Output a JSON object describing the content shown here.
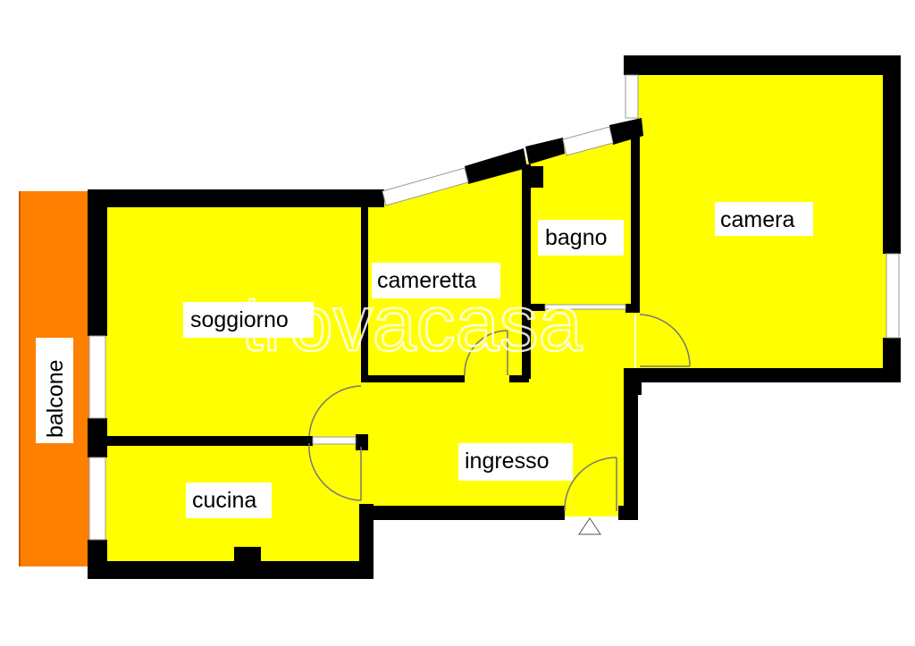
{
  "floorplan": {
    "rooms": {
      "soggiorno": "soggiorno",
      "cameretta": "cameretta",
      "bagno": "bagno",
      "camera": "camera",
      "ingresso": "ingresso",
      "cucina": "cucina",
      "balcone": "balcone"
    },
    "watermark": "trovacasa",
    "colors": {
      "room_fill": "#ffff00",
      "balcony_fill": "#ff7f00",
      "wall": "#000000",
      "label_background": "#ffffff"
    }
  }
}
